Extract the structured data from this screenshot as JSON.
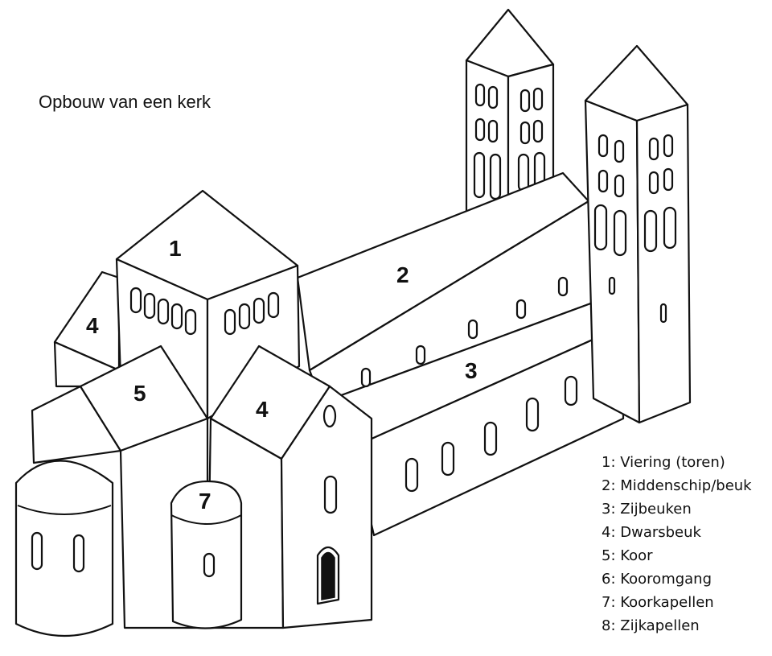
{
  "title": "Opbouw van een kerk",
  "labels": {
    "n1": "1",
    "n2": "2",
    "n3": "3",
    "n4a": "4",
    "n4b": "4",
    "n5": "5",
    "n7": "7"
  },
  "legend": [
    "1: Viering (toren)",
    "2: Middenschip/beuk",
    "3: Zijbeuken",
    "4: Dwarsbeuk",
    "5: Koor",
    "6: Kooromgang",
    "7: Koorkapellen",
    "8: Zijkapellen"
  ]
}
